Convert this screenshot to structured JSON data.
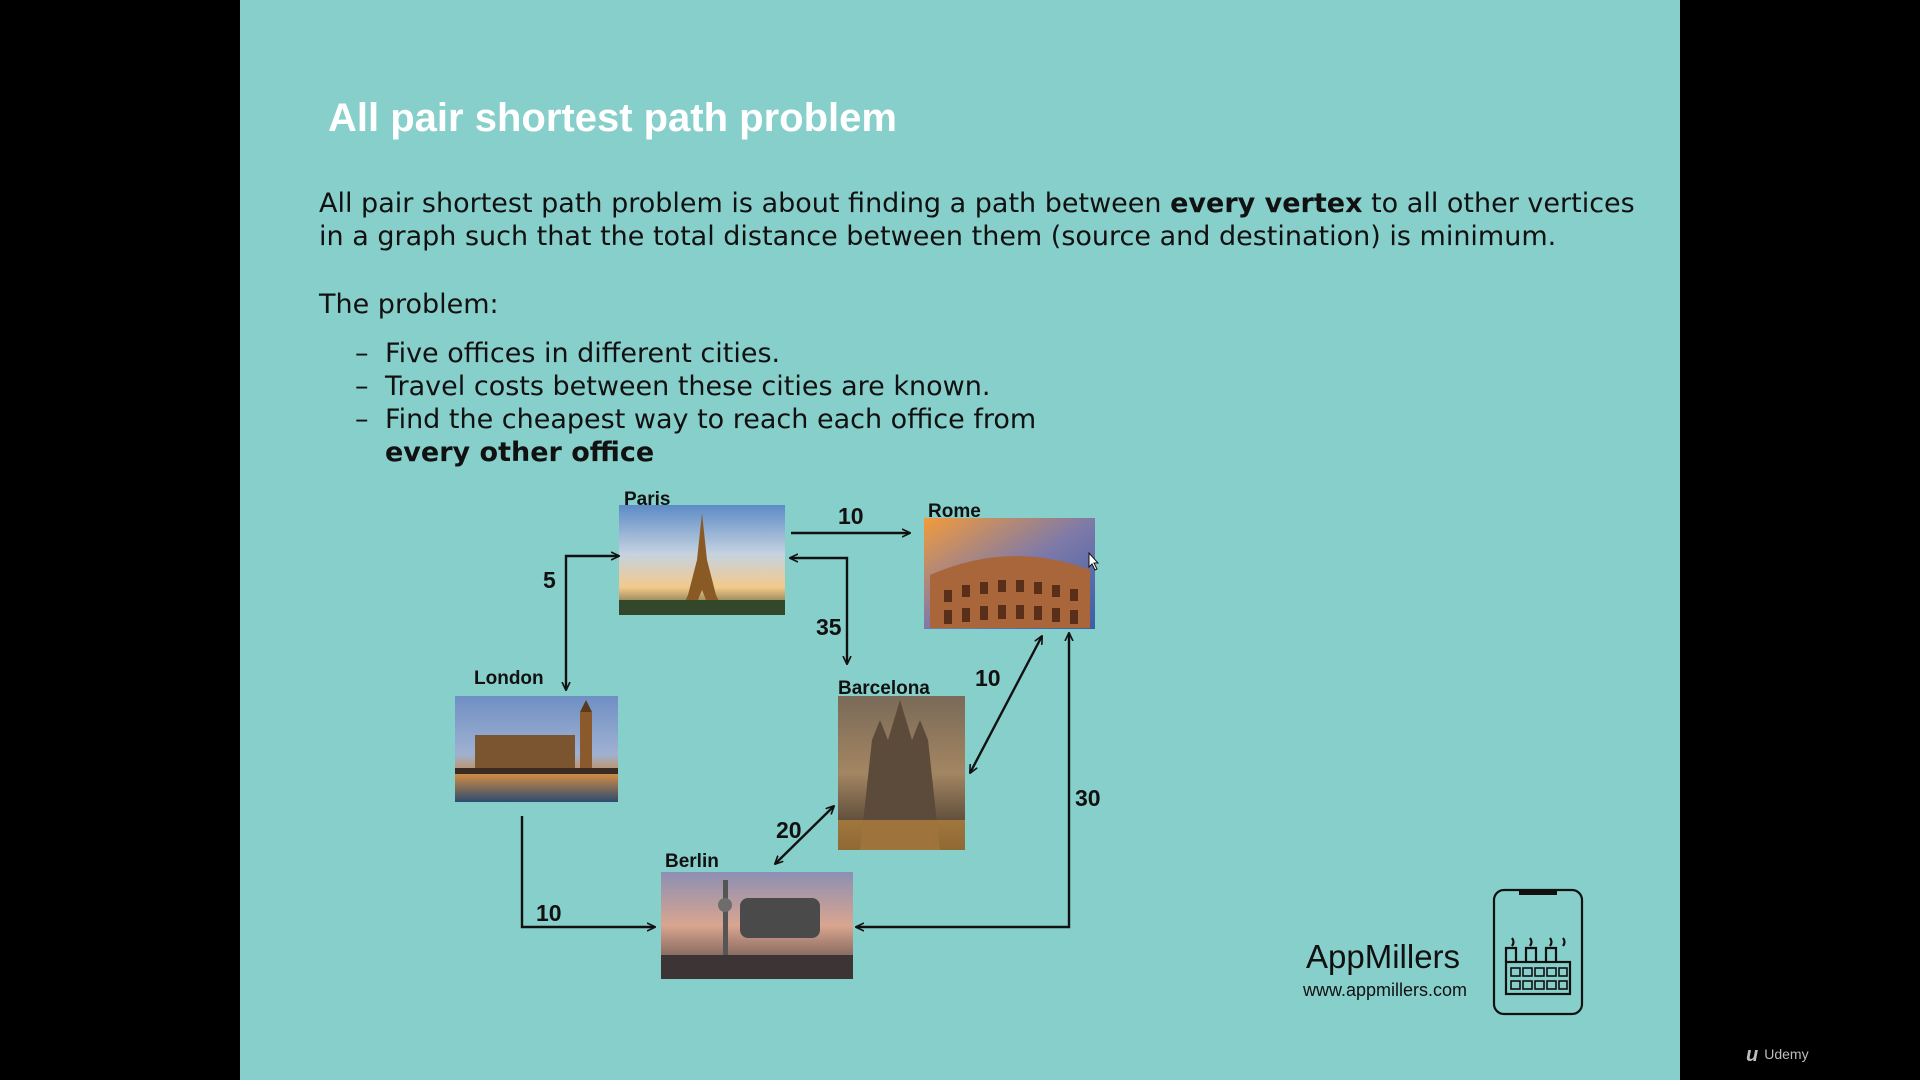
{
  "slide": {
    "title": "All pair shortest path problem",
    "intro": {
      "part1": " All pair shortest path problem is about finding a path between ",
      "bold": "every vertex",
      "part2": " to all other vertices in a graph such that the total distance between them (source and destination) is minimum."
    },
    "problem_heading": "The problem:",
    "bullet_dash": "–",
    "bullets": [
      "Five offices in different cities.",
      "Travel costs between these cities are known.",
      "Find the cheapest way to reach each office from"
    ],
    "bullet3_continuation": "every other office"
  },
  "graph": {
    "cities": {
      "paris": "Paris",
      "rome": "Rome",
      "london": "London",
      "barcelona": "Barcelona",
      "berlin": "Berlin"
    },
    "edges": [
      {
        "from": "Paris",
        "to": "Rome",
        "weight": "10"
      },
      {
        "from": "Paris",
        "to": "London",
        "weight": "5",
        "bidirectional": true
      },
      {
        "from": "Paris",
        "to": "Barcelona",
        "weight": "35",
        "bidirectional": true
      },
      {
        "from": "Barcelona",
        "to": "Rome",
        "weight": "10",
        "bidirectional": true
      },
      {
        "from": "Berlin",
        "to": "Barcelona",
        "weight": "20",
        "bidirectional": true
      },
      {
        "from": "London",
        "to": "Berlin",
        "weight": "10"
      },
      {
        "from": "Berlin",
        "to": "Rome",
        "weight": "30",
        "bidirectional": true
      }
    ]
  },
  "brand": {
    "name": "AppMillers",
    "url": "www.appmillers.com",
    "icon": "factory-phone-icon"
  },
  "watermark": {
    "icon": "udemy-logo-icon",
    "text": "Udemy"
  },
  "colors": {
    "slide_background": "#87cfcb",
    "frame_background": "#000000",
    "title": "#ffffff",
    "text": "#111111"
  }
}
